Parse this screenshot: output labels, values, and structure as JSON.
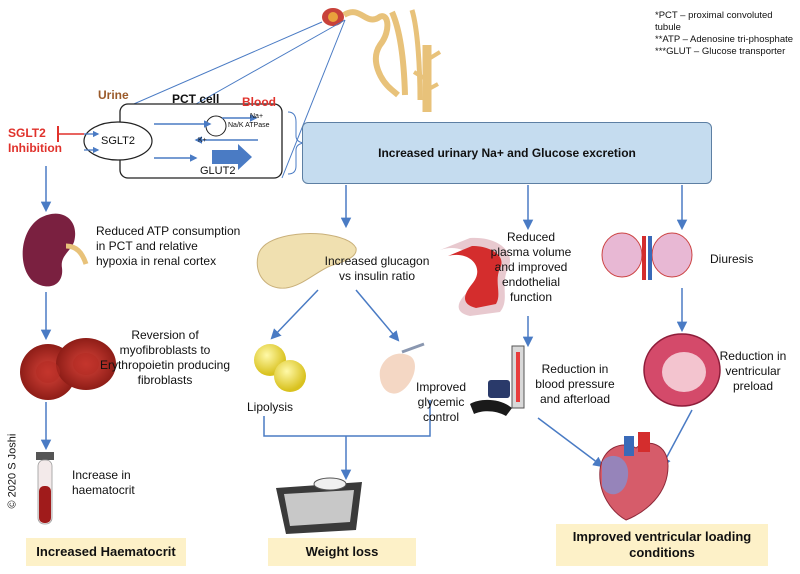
{
  "footnotes": [
    "*PCT – proximal convoluted tubule",
    "**ATP – Adenosine tri-phosphate",
    "***GLUT – Glucose transporter"
  ],
  "pct_panel": {
    "urine_label": "Urine",
    "cell_label": "PCT cell",
    "blood_label": "Blood",
    "sglt2_label": "SGLT2",
    "na_label": "Na+",
    "atpase_label": "Na/K ATPase",
    "k_label": "K+",
    "glut2_label": "GLUT2"
  },
  "inhibition_label": "SGLT2 Inhibition",
  "banner": "Increased urinary  Na+ and Glucose excretion",
  "left_column": {
    "atp_text": "Reduced ATP consumption in PCT and relative hypoxia in renal cortex",
    "epo_text": "Reversion of myofibroblasts to Erythropoietin producing fibroblasts",
    "haematocrit_text": "Increase in haematocrit",
    "outcome": "Increased Haematocrit"
  },
  "middle_column": {
    "glucagon_text": "Increased glucagon vs insulin ratio",
    "lipolysis": "Lipolysis",
    "glycemic": "Improved glycemic control",
    "outcome": "Weight loss"
  },
  "right_column": {
    "plasma_text": "Reduced plasma volume and improved endothelial function",
    "diuresis": "Diuresis",
    "bp_text": "Reduction in blood pressure and afterload",
    "preload_text": "Reduction in ventricular preload",
    "outcome": "Improved ventricular loading conditions"
  },
  "copyright": "© 2020 S Joshi",
  "colors": {
    "arrow_blue": "#4a7bc4",
    "banner_fill": "#c5dcef",
    "outcome_fill": "#fdf1c8",
    "inhibition_red": "#e0312b"
  }
}
